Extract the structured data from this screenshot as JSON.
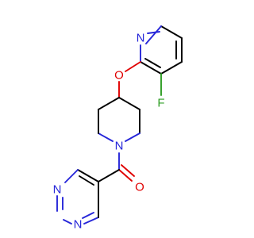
{
  "molecule": {
    "atom_labels": {
      "pyridine_n": "N",
      "fluorine": "F",
      "ether_oxygen": "O",
      "piperidine_n": "N",
      "carbonyl_oxygen": "O",
      "pyrimidine_n_upper": "N",
      "pyrimidine_n_lower": "N"
    },
    "colors": {
      "carbon_bond": "#000000",
      "nitrogen": "#2626d9",
      "oxygen": "#e00000",
      "fluorine": "#2e9e24"
    }
  }
}
